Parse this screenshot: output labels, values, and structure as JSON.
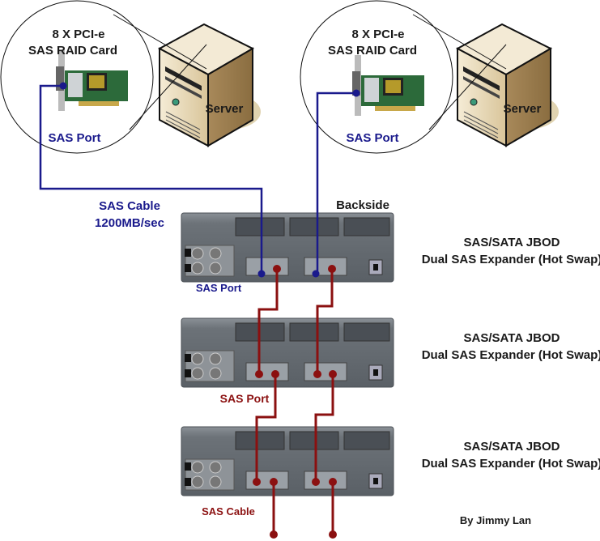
{
  "servers": [
    {
      "card_label_1": "8 X PCI-e",
      "card_label_2": "SAS RAID Card",
      "port_label": "SAS Port",
      "server_label": "Server"
    },
    {
      "card_label_1": "8 X PCI-e",
      "card_label_2": "SAS RAID Card",
      "port_label": "SAS Port",
      "server_label": "Server"
    }
  ],
  "cable_label_1": "SAS Cable",
  "cable_label_2": "1200MB/sec",
  "backside_label": "Backside",
  "jbods": [
    {
      "line1": "SAS/SATA JBOD",
      "line2": "Dual SAS Expander (Hot Swap)"
    },
    {
      "line1": "SAS/SATA JBOD",
      "line2": "Dual SAS Expander (Hot Swap)"
    },
    {
      "line1": "SAS/SATA JBOD",
      "line2": "Dual SAS Expander (Hot Swap)"
    }
  ],
  "jbod_port_label": "SAS Port",
  "daisy_port_label": "SAS Port",
  "daisy_cable_label": "SAS Cable",
  "credit": "By Jimmy Lan",
  "colors": {
    "host_cable": "#1a1a8c",
    "daisy_cable": "#8b1010",
    "server_body": "#e8d9b8"
  }
}
